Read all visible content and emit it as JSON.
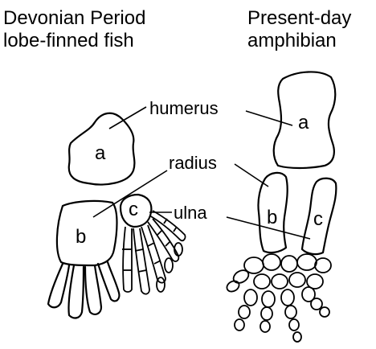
{
  "left_title": [
    "Devonian Period",
    "lobe-finned fish"
  ],
  "right_title": [
    "Present-day",
    "amphibian"
  ],
  "labels": {
    "humerus": "humerus",
    "radius": "radius",
    "ulna": "ulna"
  },
  "bone_letters": {
    "a": "a",
    "b": "b",
    "c": "c"
  }
}
